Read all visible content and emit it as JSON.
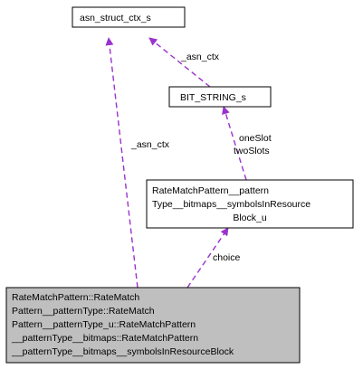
{
  "colors": {
    "edge": "#9a32cd",
    "node_fill": "#ffffff",
    "focus_fill": "#bfbfbf",
    "border": "#000000"
  },
  "nodes": {
    "asn_struct_ctx": {
      "lines": [
        "asn_struct_ctx_s"
      ]
    },
    "bit_string": {
      "lines": [
        "BIT_STRING_s"
      ]
    },
    "symbols_block": {
      "lines": [
        "RateMatchPattern__pattern",
        "Type__bitmaps__symbolsInResource",
        "Block_u"
      ]
    },
    "focus": {
      "lines": [
        "RateMatchPattern::RateMatch",
        "Pattern__patternType::RateMatch",
        "Pattern__patternType_u::RateMatchPattern",
        "__patternType__bitmaps::RateMatchPattern",
        "__patternType__bitmaps__symbolsInResourceBlock"
      ]
    }
  },
  "edges": {
    "bit_to_asn": {
      "label": [
        "_asn_ctx"
      ]
    },
    "focus_to_asn": {
      "label": [
        "_asn_ctx"
      ]
    },
    "symbols_to_bit": {
      "label": [
        "oneSlot",
        "twoSlots"
      ]
    },
    "focus_to_symbols": {
      "label": [
        "choice"
      ]
    }
  }
}
